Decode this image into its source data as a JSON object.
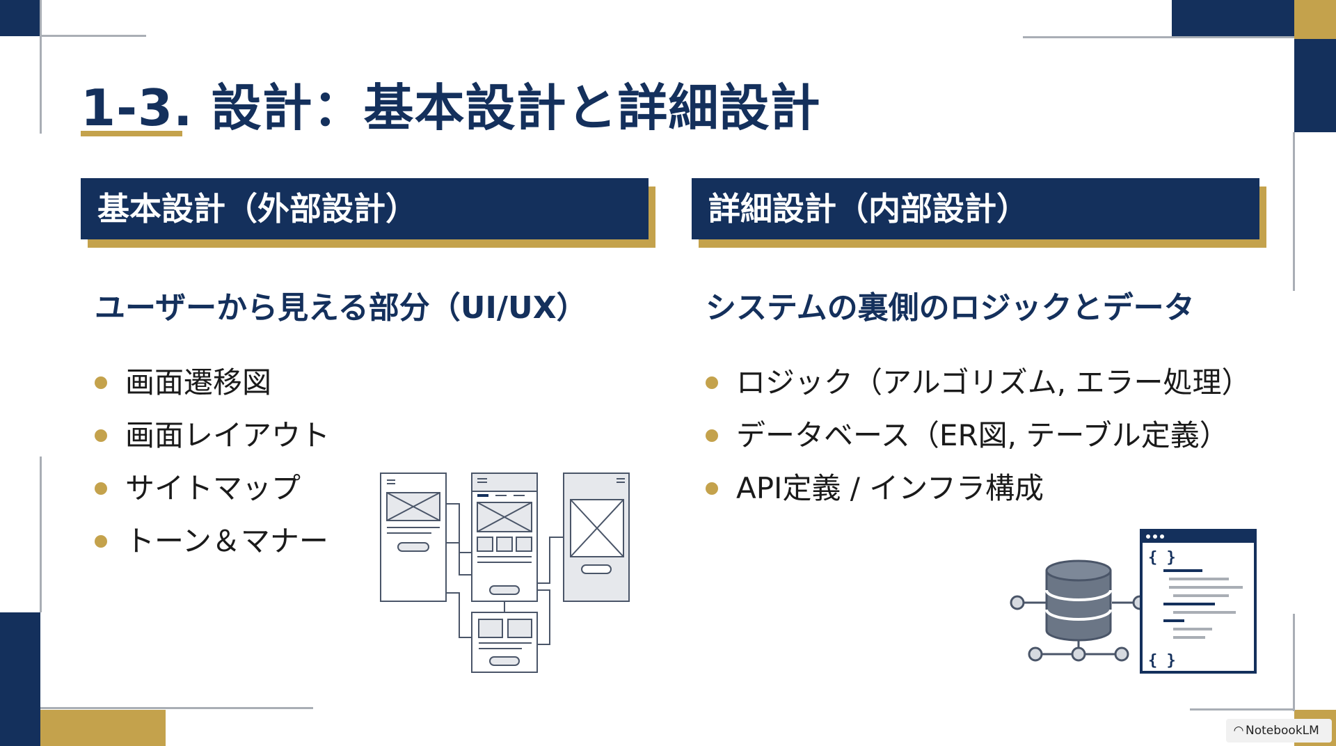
{
  "slide": {
    "title": "1-3. 設計：基本設計と詳細設計",
    "left": {
      "header": "基本設計（外部設計）",
      "subtitle": "ユーザーから見える部分（UI/UX）",
      "items": [
        "画面遷移図",
        "画面レイアウト",
        "サイトマップ",
        "トーン＆マナー"
      ],
      "illustration": "wireframe-flow-icon"
    },
    "right": {
      "header": "詳細設計（内部設計）",
      "subtitle": "システムの裏側のロジックとデータ",
      "items": [
        "ロジック（アルゴリズム, エラー処理）",
        "データベース（ER図, テーブル定義）",
        "API定義 / インフラ構成"
      ],
      "illustration": "database-code-icon"
    }
  },
  "badge": {
    "label": "NotebookLM",
    "icon": "notebooklm-logo-icon"
  },
  "colors": {
    "navy": "#14305c",
    "gold": "#c4a24c",
    "gray": "#a9aeb5"
  }
}
